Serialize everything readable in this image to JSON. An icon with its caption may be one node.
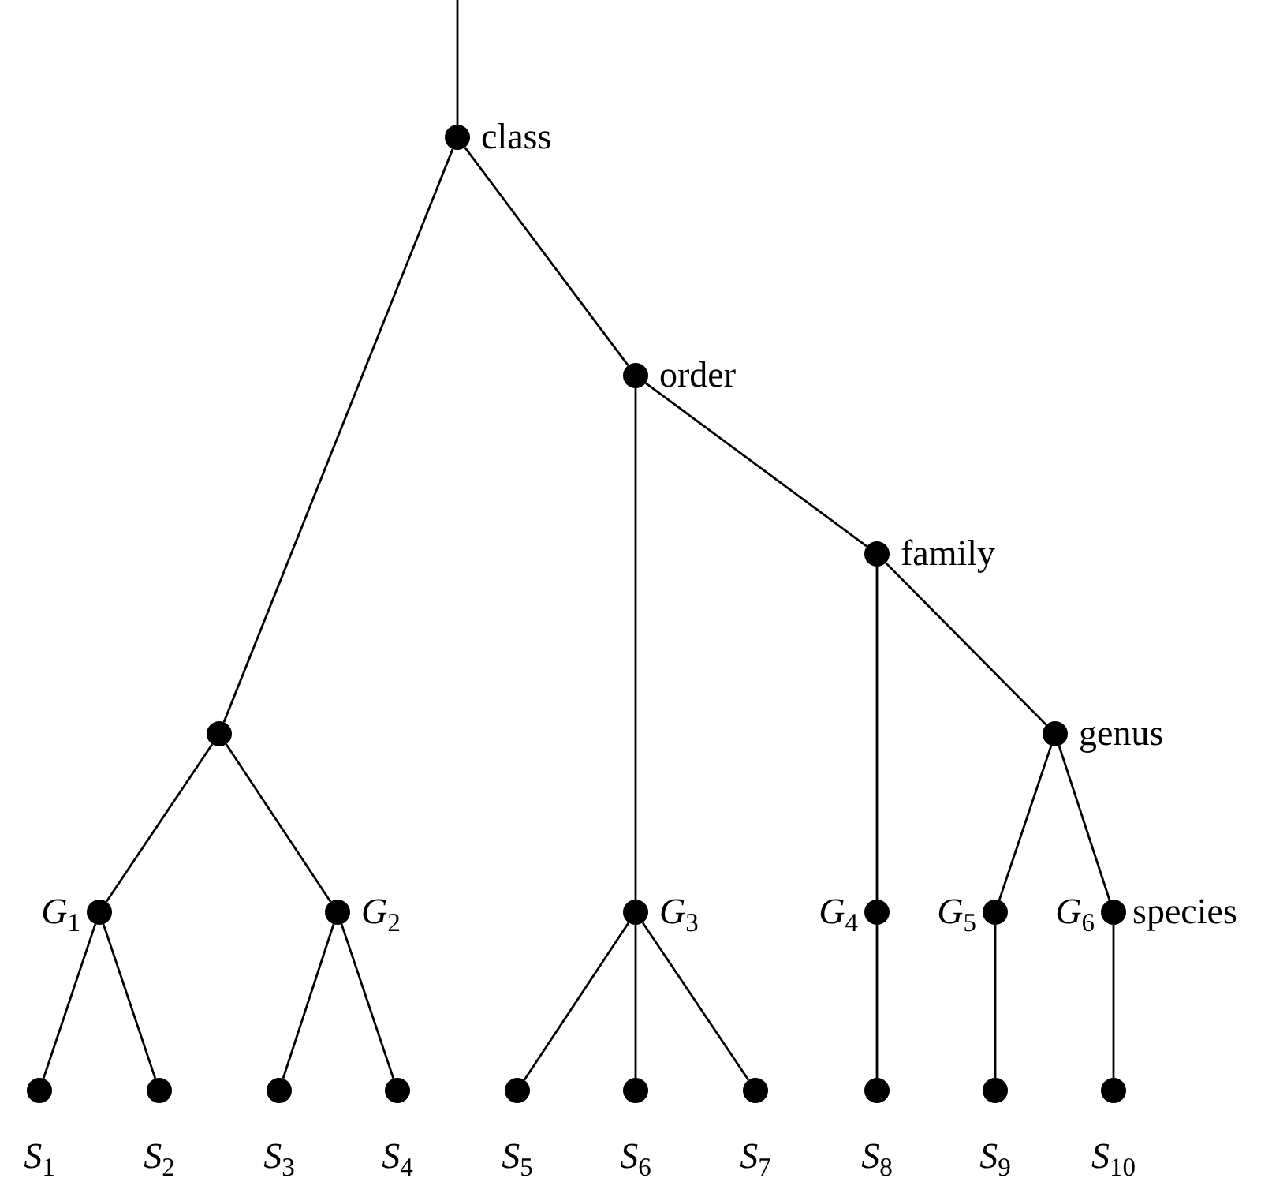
{
  "diagram": {
    "nodes": [
      {
        "text": [],
        "shape": "circle",
        "beside": [
          "class"
        ]
      },
      {
        "text": [],
        "shape": "circle",
        "beside": [
          "order"
        ]
      },
      {
        "text": [],
        "shape": "circle",
        "beside": [
          "family"
        ]
      },
      {
        "text": [],
        "shape": "circle",
        "beside": [
          "genus"
        ]
      },
      {
        "text": [],
        "shape": "circle"
      },
      {
        "text": [],
        "shape": "circle",
        "beside": [
          "*G*$_{1}$"
        ]
      },
      {
        "text": [],
        "shape": "circle",
        "beside": [
          "*G*$_{2}$"
        ]
      },
      {
        "text": [],
        "shape": "circle",
        "beside": [
          "*G*$_{3}$"
        ]
      },
      {
        "text": [],
        "shape": "circle",
        "beside": [
          "*G*$_{4}$"
        ]
      },
      {
        "text": [],
        "shape": "circle",
        "beside": [
          "*G*$_{5}$"
        ]
      },
      {
        "text": [],
        "shape": "circle",
        "beside": [
          "*G*$_{6}$"
        ]
      },
      {
        "text": [],
        "shape": "circle",
        "beside": [
          "*S*$_{1}$"
        ]
      },
      {
        "text": [],
        "shape": "circle",
        "beside": [
          "*S*$_{2}$"
        ]
      },
      {
        "text": [],
        "shape": "circle",
        "beside": [
          "*S*$_{3}$"
        ]
      },
      {
        "text": [],
        "shape": "circle",
        "beside": [
          "*S*$_{4}$"
        ]
      },
      {
        "text": [],
        "shape": "circle",
        "beside": [
          "*S*$_{5}$"
        ]
      },
      {
        "text": [],
        "shape": "circle",
        "beside": [
          "*S*$_{6}$"
        ]
      },
      {
        "text": [],
        "shape": "circle",
        "beside": [
          "*S*$_{7}$"
        ]
      },
      {
        "text": [],
        "shape": "circle",
        "beside": [
          "*S*$_{8}$"
        ]
      },
      {
        "text": [],
        "shape": "circle",
        "beside": [
          "*S*$_{9}$"
        ]
      },
      {
        "text": [],
        "shape": "circle",
        "beside": [
          "*S*$_{10}$"
        ]
      }
    ],
    "edges": [
      {
        "from": null,
        "to": 0,
        "arrow": "none"
      },
      {
        "from": 0,
        "to": 4,
        "arrow": "none"
      },
      {
        "from": 0,
        "to": 1,
        "arrow": "none"
      },
      {
        "from": 1,
        "to": 7,
        "arrow": "none"
      },
      {
        "from": 1,
        "to": 2,
        "arrow": "none"
      },
      {
        "from": 2,
        "to": 8,
        "arrow": "none"
      },
      {
        "from": 2,
        "to": 3,
        "arrow": "none"
      },
      {
        "from": 3,
        "to": 9,
        "arrow": "none"
      },
      {
        "from": 3,
        "to": 10,
        "arrow": "none"
      },
      {
        "from": 4,
        "to": 5,
        "arrow": "none"
      },
      {
        "from": 4,
        "to": 6,
        "arrow": "none"
      },
      {
        "from": 5,
        "to": 11,
        "arrow": "none"
      },
      {
        "from": 5,
        "to": 12,
        "arrow": "none"
      },
      {
        "from": 6,
        "to": 13,
        "arrow": "none"
      },
      {
        "from": 6,
        "to": 14,
        "arrow": "none"
      },
      {
        "from": 7,
        "to": 15,
        "arrow": "none"
      },
      {
        "from": 7,
        "to": 16,
        "arrow": "none"
      },
      {
        "from": 7,
        "to": 17,
        "arrow": "none"
      },
      {
        "from": 8,
        "to": 18,
        "arrow": "none"
      },
      {
        "from": 9,
        "to": 19,
        "arrow": "none"
      },
      {
        "from": 10,
        "to": 20,
        "arrow": "none"
      }
    ],
    "labels": [
      "species"
    ]
  }
}
